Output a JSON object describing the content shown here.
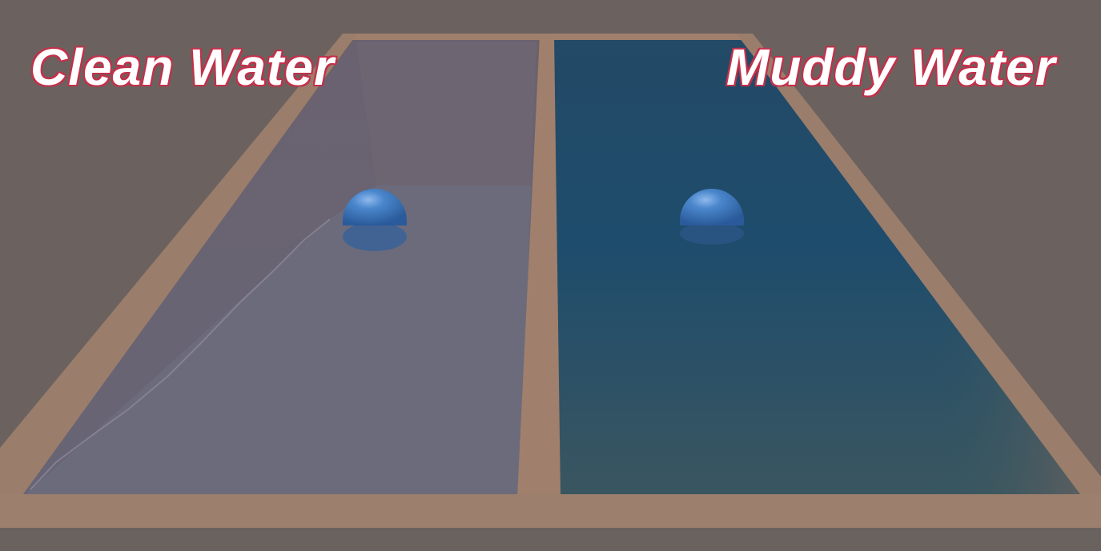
{
  "labels": {
    "clean": "Clean Water",
    "muddy": "Muddy Water"
  },
  "colors": {
    "background": "#6b625f",
    "frame": "#9b7d6b",
    "clean_water": "#6e6a78",
    "muddy_water": "#1f4e6b",
    "sphere": "#3f7cc4",
    "label_text": "#ffffff",
    "label_outline": "#c2304a"
  },
  "icons": {
    "clean_ball": "blue-sphere",
    "muddy_ball": "blue-sphere"
  }
}
